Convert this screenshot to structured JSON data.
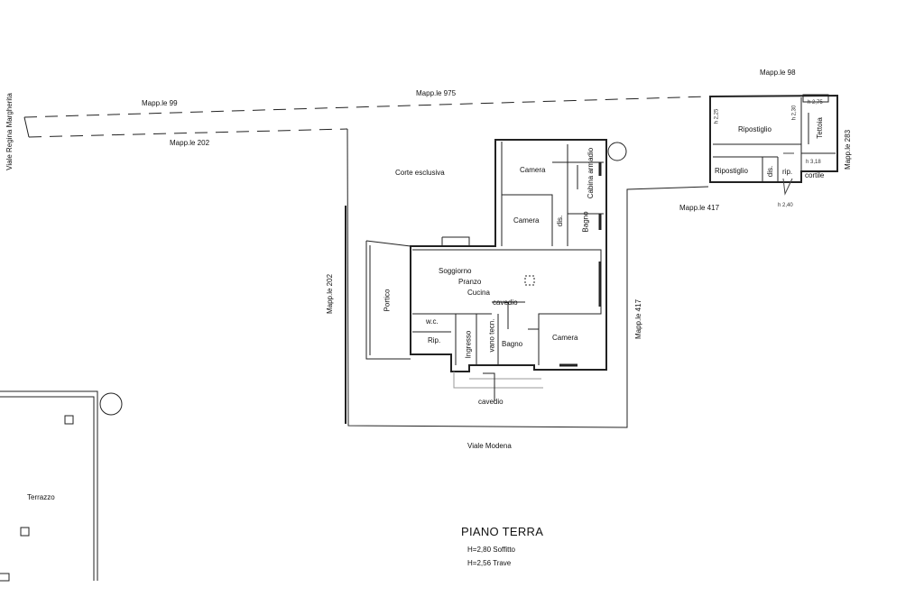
{
  "plan": {
    "title": "PIANO TERRA",
    "heights": [
      "H=2,80 Soffitto",
      "H=2,56 Trave"
    ],
    "parcels": {
      "mapp_99": "Mapp.le 99",
      "mapp_975": "Mapp.le 975",
      "mapp_98": "Mapp.le 98",
      "mapp_202_top": "Mapp.le 202",
      "mapp_202_side": "Mapp.le 202",
      "mapp_417_top": "Mapp.le 417",
      "mapp_417_side": "Mapp.le 417",
      "mapp_283": "Mapp.le 283"
    },
    "streets": {
      "regina_margherita": "Viale Regina Margherita",
      "modena": "Viale Modena"
    },
    "areas": {
      "corte_esclusiva": "Corte esclusiva",
      "terrazzo": "Terrazzo"
    },
    "rooms": {
      "camera_1": "Camera",
      "cabina_armadio": "Cabina armadio",
      "camera_2": "Camera",
      "dis_1": "dis.",
      "bagno_1": "Bagno",
      "soggiorno": "Soggiorno",
      "pranzo": "Pranzo",
      "cucina": "Cucina",
      "portico": "Portico",
      "cavedio_1": "cavedio",
      "wc": "w.c.",
      "rip_1": "Rip.",
      "ingresso": "Ingresso",
      "vano_tecn": "vano tecn.",
      "bagno_2": "Bagno",
      "camera_3": "Camera",
      "cavedio_2": "cavedio",
      "ripostiglio_1": "Ripostiglio",
      "tettoia": "Tettoia",
      "ripostiglio_2": "Ripostiglio",
      "dis_2": "dis.",
      "rip_2": "rip.",
      "cortile": "cortile"
    },
    "dims": {
      "h_225": "h 2,25",
      "h_230": "h 2,30",
      "h_275": "h 2,75",
      "h_318": "h 3,18",
      "h_240": "h 2,40"
    }
  }
}
